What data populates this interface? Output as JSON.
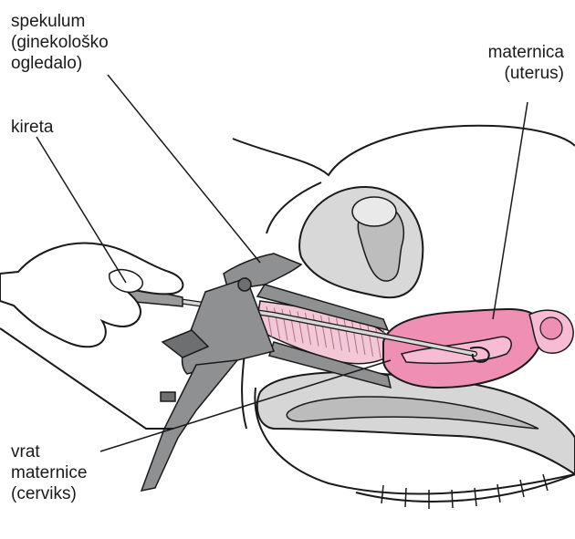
{
  "labels": {
    "speculum": [
      "spekulum",
      "(ginekološko",
      "ogledalo)"
    ],
    "curette": [
      "kireta"
    ],
    "uterus": [
      "maternica",
      "(uterus)"
    ],
    "cervix": [
      "vrat",
      "maternice",
      "(cerviks)"
    ]
  },
  "colors": {
    "line": "#1a1a1a",
    "instrument": "#8f9092",
    "instrument_dark": "#6e6f71",
    "tissue": "#cfcfcf",
    "vaginal_wall": "#f3c8d6",
    "uterus": "#ef8fb4",
    "uterus_light": "#f7bcd3"
  }
}
